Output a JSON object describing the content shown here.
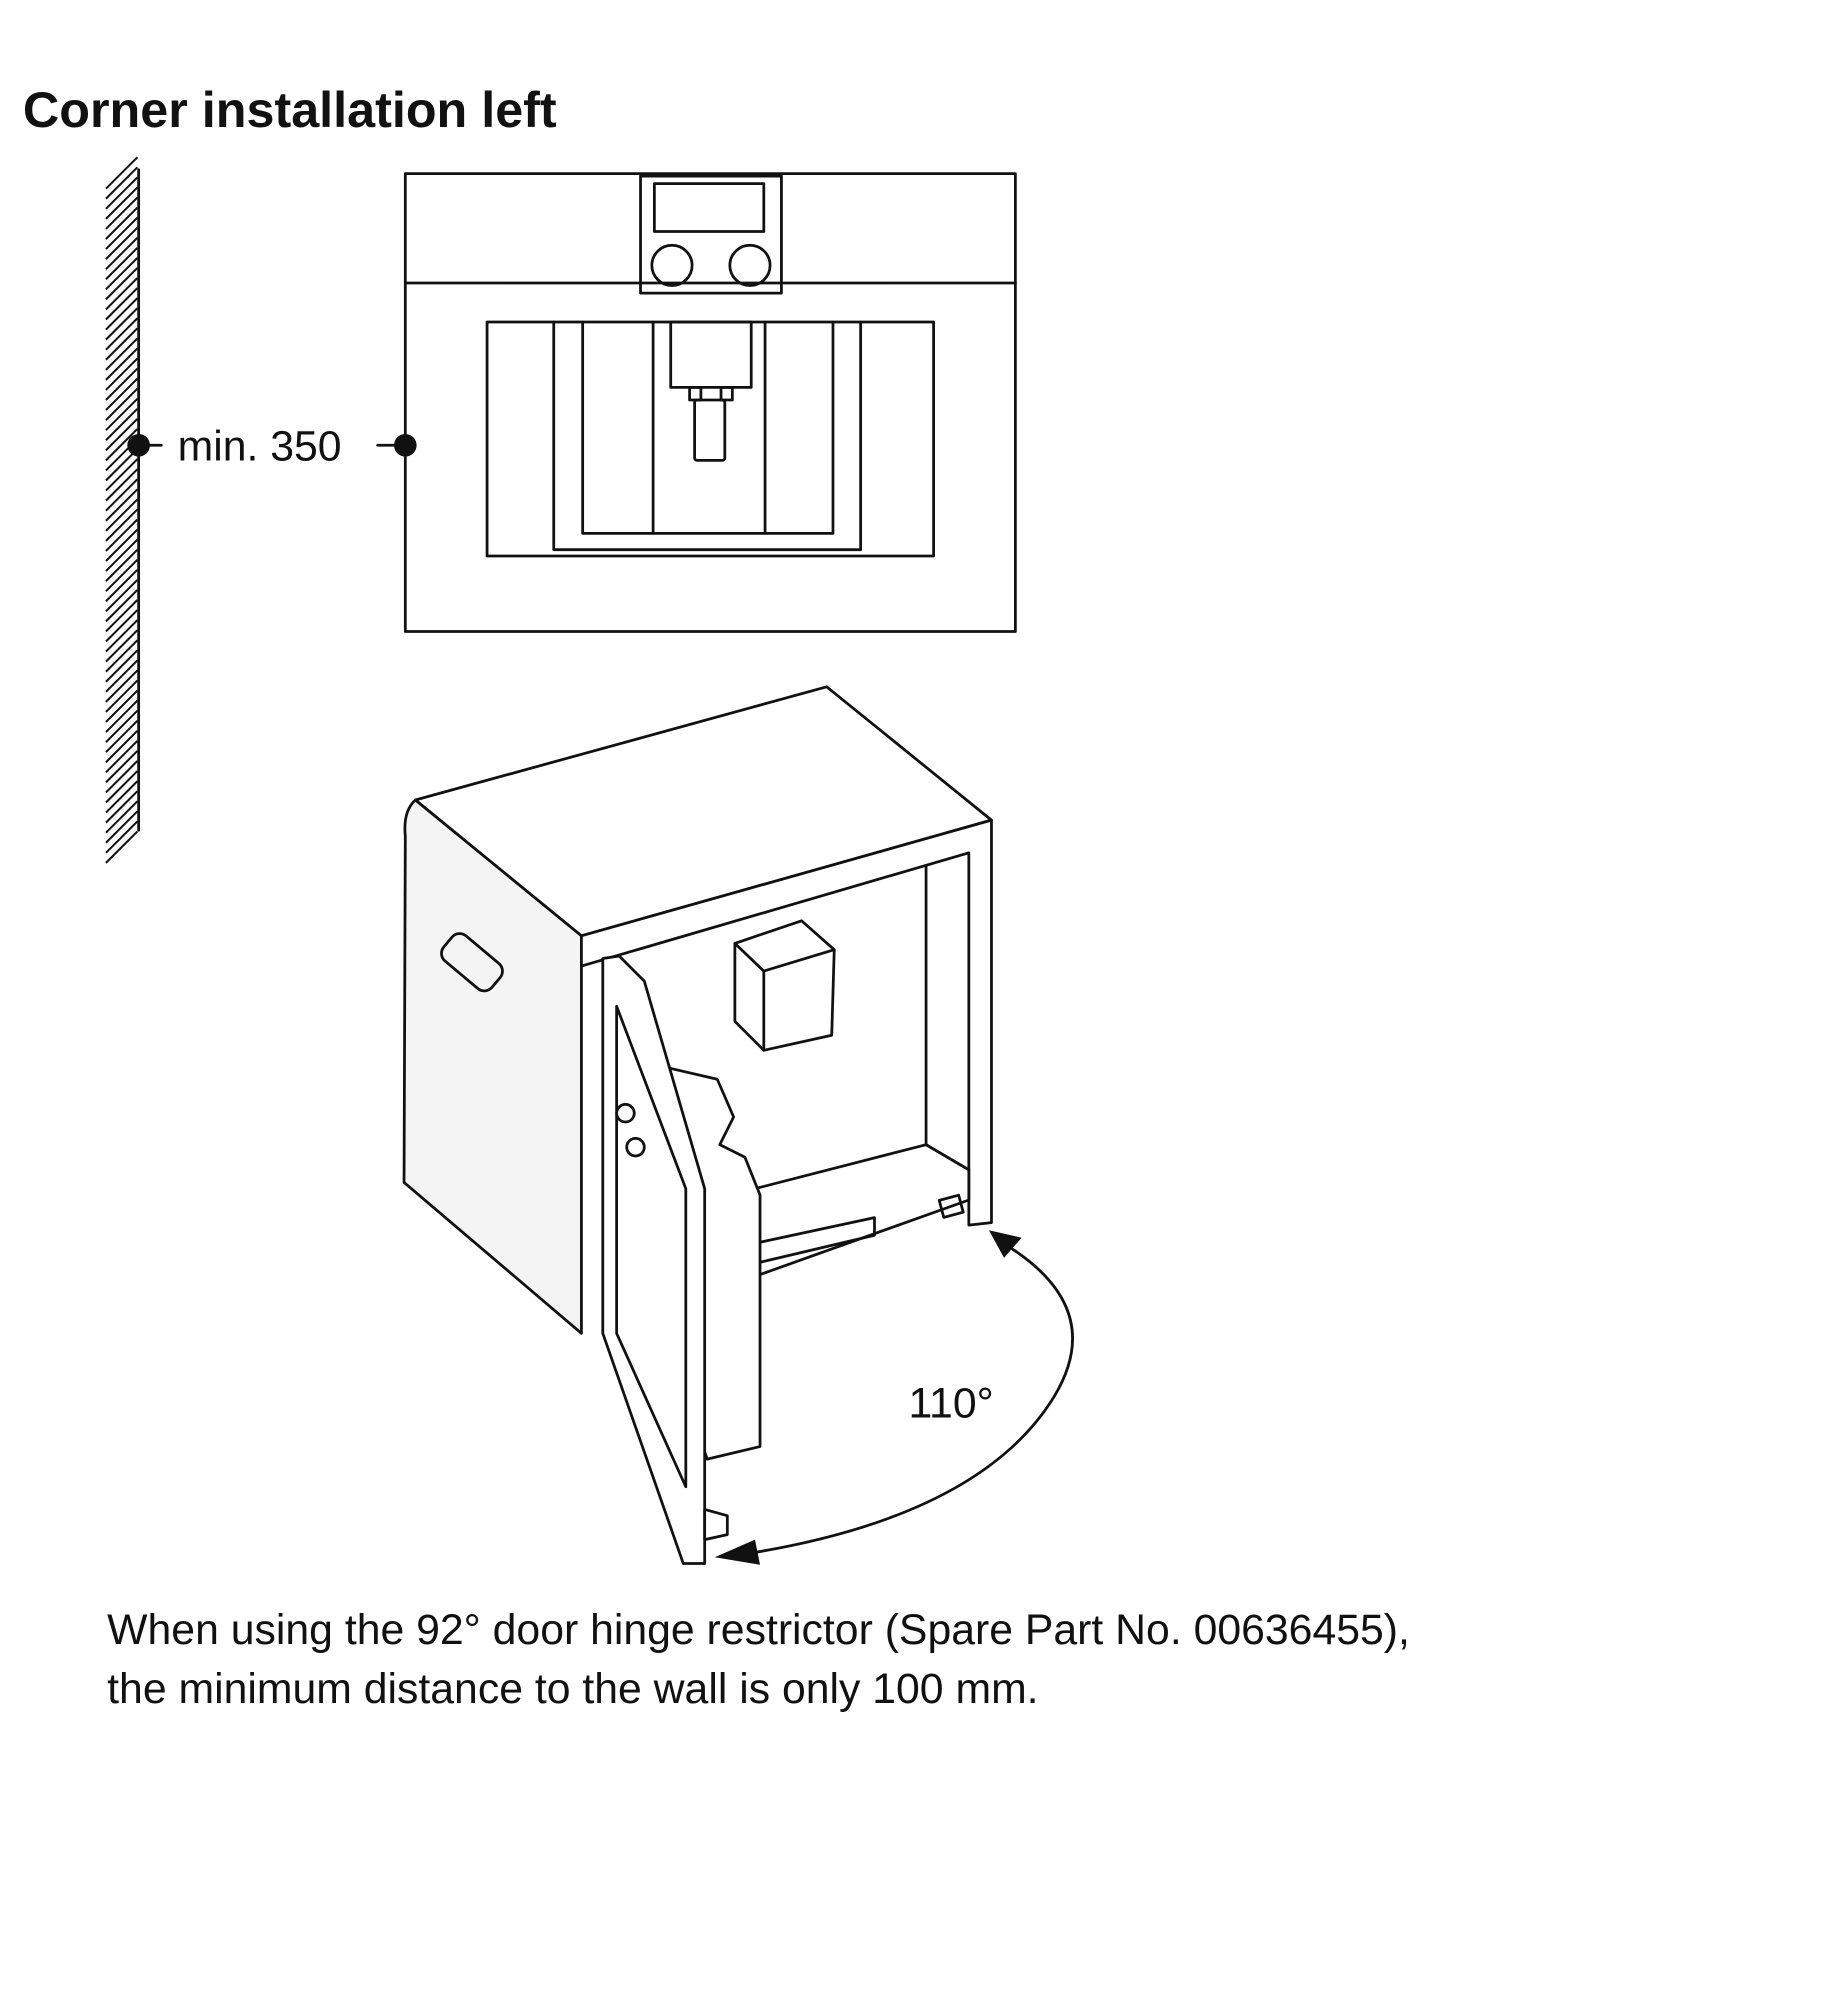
{
  "title": "Corner installation left",
  "dimension_label": "min. 350",
  "angle_label": "110°",
  "note_lines": [
    "When using the 92° door hinge restrictor (Spare Part No. 00636455),",
    "the minimum distance to the wall is only 100 mm."
  ]
}
